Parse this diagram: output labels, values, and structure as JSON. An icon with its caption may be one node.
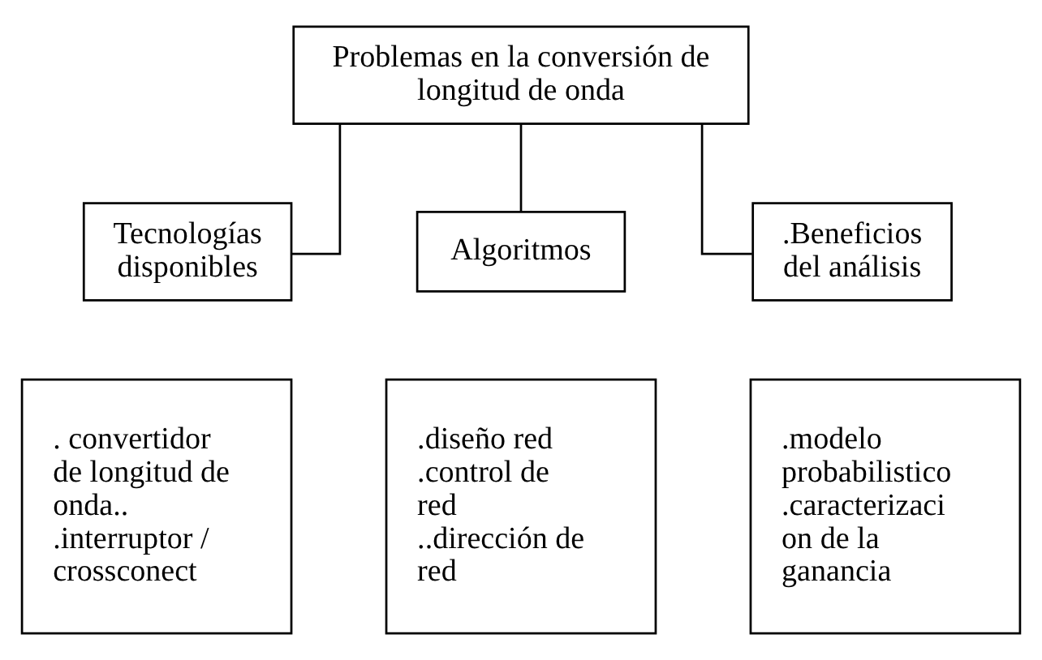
{
  "diagram": {
    "nodes": [
      {
        "text": [
          "Problemas en la conversión de longitud de onda"
        ]
      },
      {
        "text": [
          "Tecnologías disponibles"
        ]
      },
      {
        "text": [
          "Algoritmos"
        ]
      },
      {
        "text": [
          ".Beneficios del análisis"
        ]
      },
      {
        "text": [
          ". convertidor de longitud de onda.. .interruptor / crossconect"
        ]
      },
      {
        "text": [
          ".diseño red .control de red ..dirección de red"
        ]
      },
      {
        "text": [
          ".modelo probabilistico .caracterizaci on de la ganancia"
        ]
      }
    ],
    "edges": [
      {
        "from": 0,
        "to": 1,
        "arrow": "none"
      },
      {
        "from": 0,
        "to": 2,
        "arrow": "none"
      },
      {
        "from": 0,
        "to": 3,
        "arrow": "none"
      }
    ]
  }
}
